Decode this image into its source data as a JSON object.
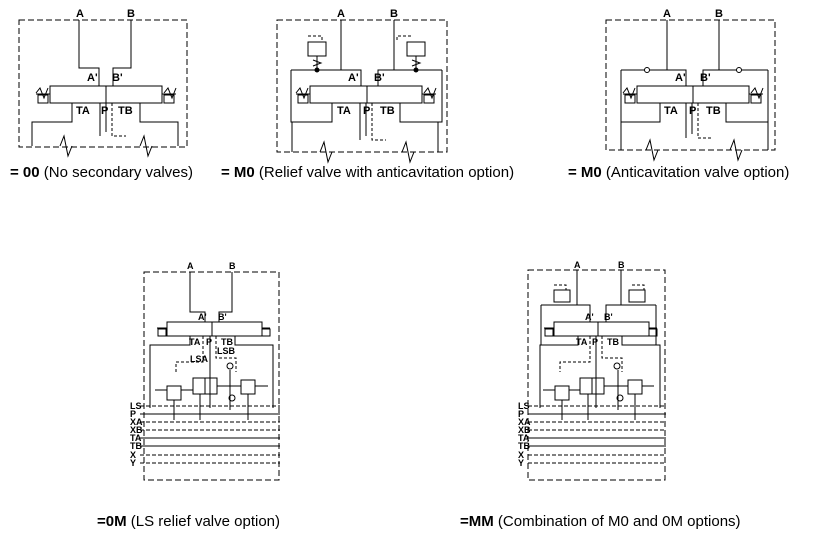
{
  "captions": [
    {
      "code": "= 00",
      "text": " (No secondary valves)"
    },
    {
      "code": "= M0",
      "text": " (Relief valve with anticavitation option)"
    },
    {
      "code": "= M0",
      "text": " (Anticavitation valve option)"
    },
    {
      "code": "=0M",
      "text": " (LS relief valve option)"
    },
    {
      "code": "=MM",
      "text": " (Combination of M0 and 0M options)"
    }
  ],
  "labels": {
    "a": "A",
    "b": "B",
    "a_prime": "A'",
    "b_prime": "B'",
    "ta": "TA",
    "tb": "TB",
    "p": "P",
    "lsa": "LSA",
    "lsb": "LSB"
  },
  "lines": [
    "LS",
    "P",
    "XA",
    "XB",
    "TA",
    "TB",
    "X",
    "Y"
  ]
}
